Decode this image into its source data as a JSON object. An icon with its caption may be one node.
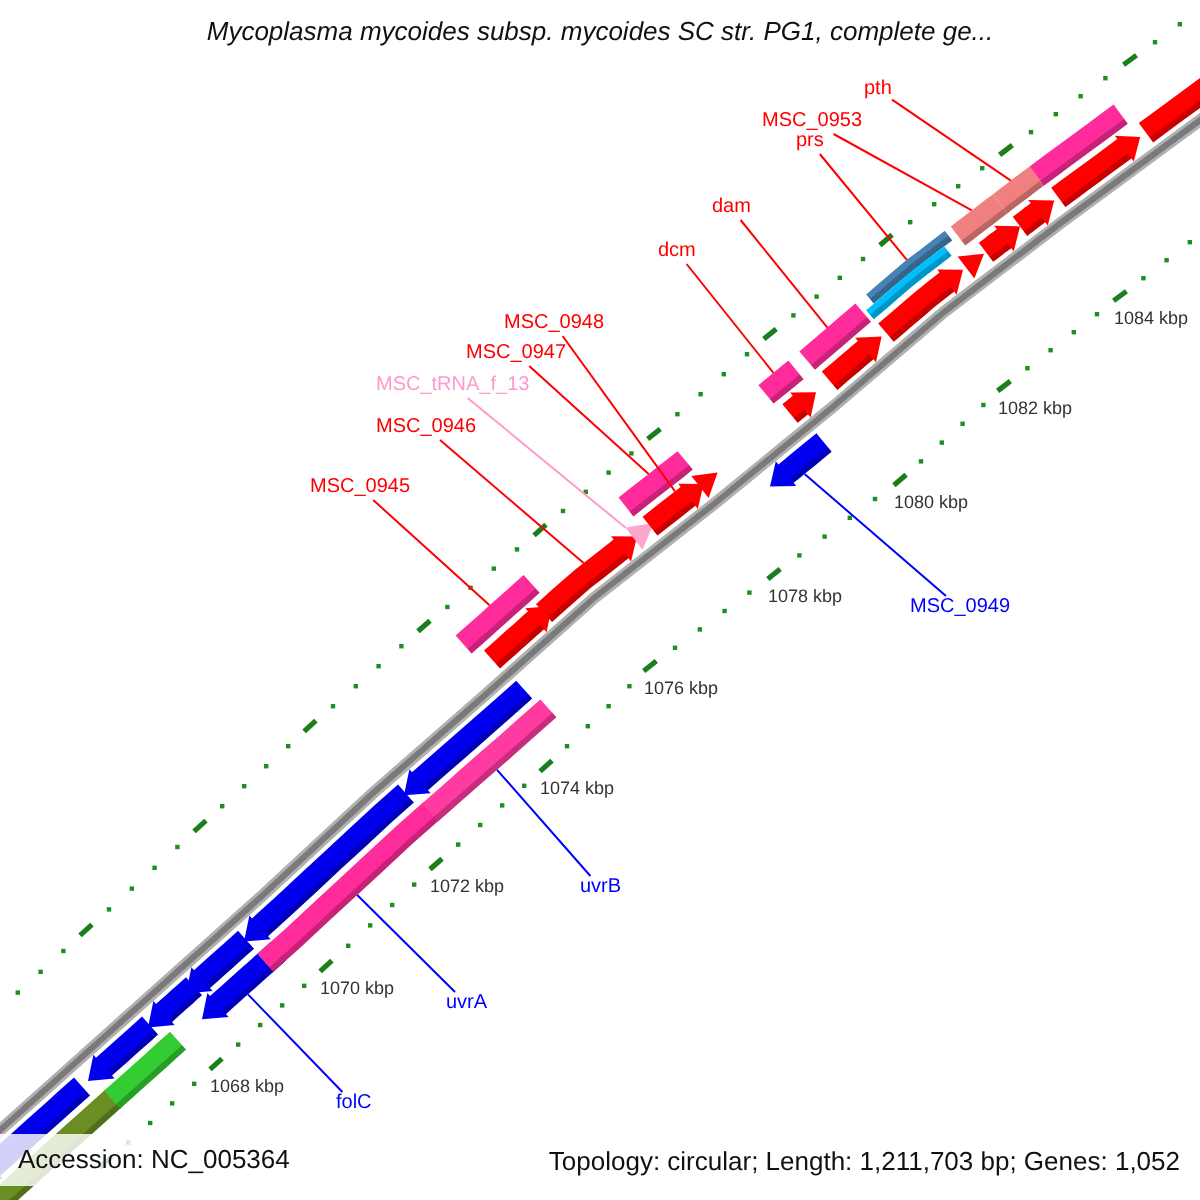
{
  "diagram": {
    "title": "Mycoplasma mycoides subsp. mycoides SC str. PG1, complete ge...",
    "nodes": [
      {
        "text": [
          "pth"
        ]
      },
      {
        "text": [
          "MSC_0953"
        ]
      },
      {
        "text": [
          "prs"
        ]
      },
      {
        "text": [
          "dam"
        ]
      },
      {
        "text": [
          "dcm"
        ]
      },
      {
        "text": [
          "MSC_0948"
        ]
      },
      {
        "text": [
          "MSC_0947"
        ]
      },
      {
        "text": [
          "MSC_tRNA_f_13"
        ]
      },
      {
        "text": [
          "MSC_0946"
        ]
      },
      {
        "text": [
          "MSC_0945"
        ]
      },
      {
        "text": [
          "MSC_0949"
        ]
      },
      {
        "text": [
          "uvrB"
        ]
      },
      {
        "text": [
          "uvrA"
        ]
      },
      {
        "text": [
          "folC"
        ]
      },
      {
        "text": [],
        "shape": "bar"
      },
      {
        "text": [],
        "shape": "bar"
      },
      {
        "text": [],
        "shape": "bar"
      },
      {
        "text": [],
        "shape": "bar"
      },
      {
        "text": [],
        "shape": "bar"
      },
      {
        "text": [],
        "shape": "bar"
      },
      {
        "text": [],
        "shape": "bar"
      },
      {
        "text": [],
        "shape": "bar"
      },
      {
        "text": [],
        "shape": "bar"
      },
      {
        "text": [],
        "shape": "bar"
      },
      {
        "text": [],
        "shape": "bar"
      },
      {
        "text": [],
        "shape": "bar"
      },
      {
        "text": [],
        "shape": "bar"
      },
      {
        "text": [],
        "shape": "bar"
      },
      {
        "text": [],
        "shape": "bar"
      },
      {
        "text": [],
        "shape": "bar"
      },
      {
        "text": [],
        "shape": "bar"
      },
      {
        "text": [],
        "shape": "bar"
      },
      {
        "text": [],
        "shape": "bar"
      },
      {
        "text": [],
        "shape": "bar"
      },
      {
        "text": [],
        "shape": "bar"
      },
      {
        "text": [],
        "shape": "bar"
      },
      {
        "text": [],
        "shape": "bar"
      },
      {
        "text": [],
        "shape": "bar"
      },
      {
        "text": [],
        "shape": "bar"
      },
      {
        "text": [],
        "shape": "bar"
      },
      {
        "text": [],
        "shape": "bar"
      },
      {
        "text": [],
        "shape": "bar"
      },
      {
        "text": [],
        "shape": "bar"
      },
      {
        "text": [],
        "shape": "bar"
      },
      {
        "text": [],
        "shape": "bar"
      },
      {
        "text": [],
        "shape": "bar"
      },
      {
        "text": [],
        "shape": "bar"
      }
    ],
    "edges": [
      {
        "from": 0,
        "to": 42,
        "arrow": "none"
      },
      {
        "from": 1,
        "to": 39,
        "arrow": "none"
      },
      {
        "from": 2,
        "to": 37,
        "arrow": "none"
      },
      {
        "from": 3,
        "to": 35,
        "arrow": "none"
      },
      {
        "from": 4,
        "to": 32,
        "arrow": "none"
      },
      {
        "from": 5,
        "to": 30,
        "arrow": "none"
      },
      {
        "from": 6,
        "to": 28,
        "arrow": "none"
      },
      {
        "from": 7,
        "to": 29,
        "arrow": "none",
        "color": "#ff99cc"
      },
      {
        "from": 8,
        "to": 27,
        "arrow": "none"
      },
      {
        "from": 9,
        "to": 25,
        "arrow": "none"
      },
      {
        "from": 10,
        "to": 33,
        "arrow": "none",
        "color": "#0000ff"
      },
      {
        "from": 11,
        "to": 24,
        "arrow": "none",
        "color": "#0000ff"
      },
      {
        "from": 12,
        "to": 22,
        "arrow": "none",
        "color": "#0000ff"
      },
      {
        "from": 13,
        "to": 20,
        "arrow": "none",
        "color": "#0000ff"
      }
    ],
    "labels": [
      "1084 kbp",
      "1082 kbp",
      "1080 kbp",
      "1078 kbp",
      "1076 kbp",
      "1074 kbp",
      "1072 kbp",
      "1070 kbp",
      "1068 kbp",
      "Accession: NC_005364",
      "Topology: circular; Length: 1,211,703 bp; Genes: 1,052"
    ]
  }
}
